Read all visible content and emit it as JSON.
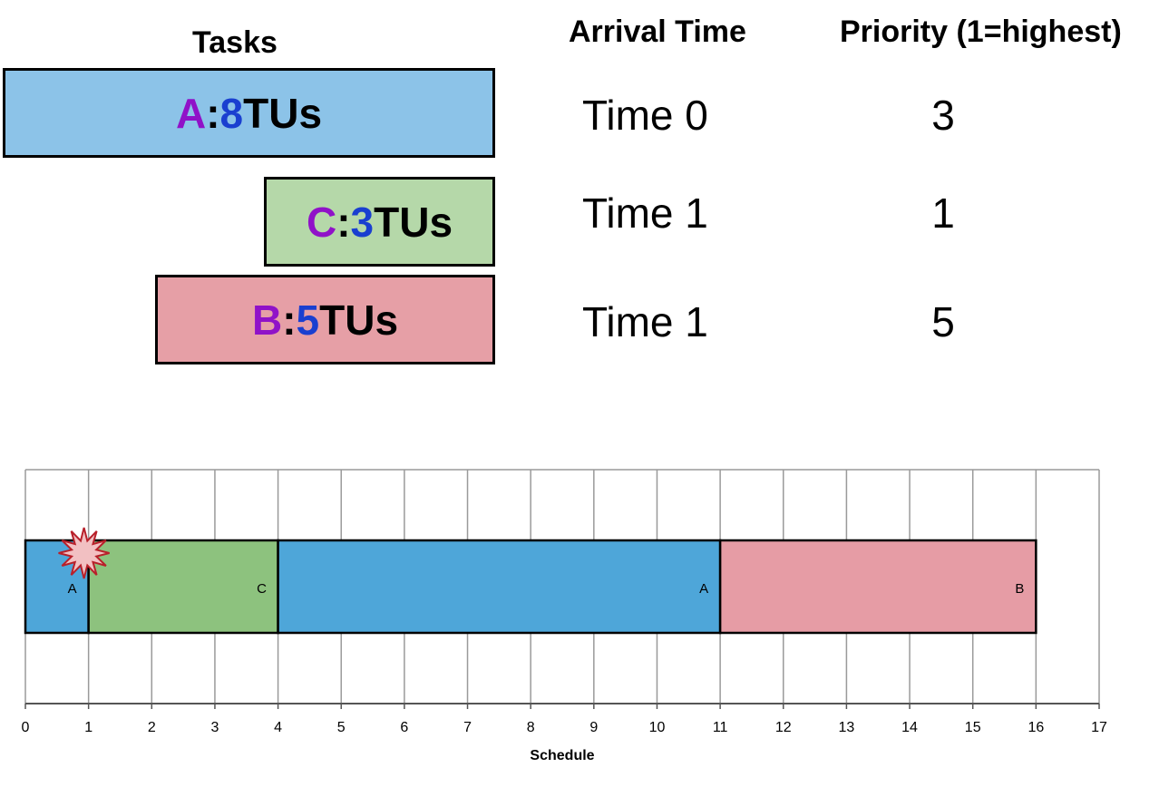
{
  "headers": {
    "tasks": "Tasks",
    "arrival": "Arrival Time",
    "priority": "Priority (1=highest)"
  },
  "tasks": [
    {
      "id": "a",
      "name": "A",
      "sep": ": ",
      "num": "8",
      "unit": " TUs",
      "arrival": "Time 0",
      "priority": "3",
      "color": "#8cc3e8"
    },
    {
      "id": "c",
      "name": "C",
      "sep": ": ",
      "num": "3",
      "unit": " TUs",
      "arrival": "Time 1",
      "priority": "1",
      "color": "#b5d8a9"
    },
    {
      "id": "b",
      "name": "B",
      "sep": ": ",
      "num": "5",
      "unit": " TUs",
      "arrival": "Time 1",
      "priority": "5",
      "color": "#e69fa6"
    }
  ],
  "chart_data": {
    "type": "gantt",
    "xlabel": "Schedule",
    "xlim": [
      0,
      17
    ],
    "ticks": [
      "0",
      "1",
      "2",
      "3",
      "4",
      "5",
      "6",
      "7",
      "8",
      "9",
      "10",
      "11",
      "12",
      "13",
      "14",
      "15",
      "16",
      "17"
    ],
    "segments": [
      {
        "label": "A",
        "start": 0,
        "end": 1,
        "color": "#4ea6d9"
      },
      {
        "label": "C",
        "start": 1,
        "end": 4,
        "color": "#8dc27e"
      },
      {
        "label": "A",
        "start": 4,
        "end": 11,
        "color": "#4ea6d9"
      },
      {
        "label": "B",
        "start": 11,
        "end": 16,
        "color": "#e69ca5"
      }
    ],
    "marker": {
      "type": "preemption-burst",
      "at": 1
    },
    "grid": true
  }
}
